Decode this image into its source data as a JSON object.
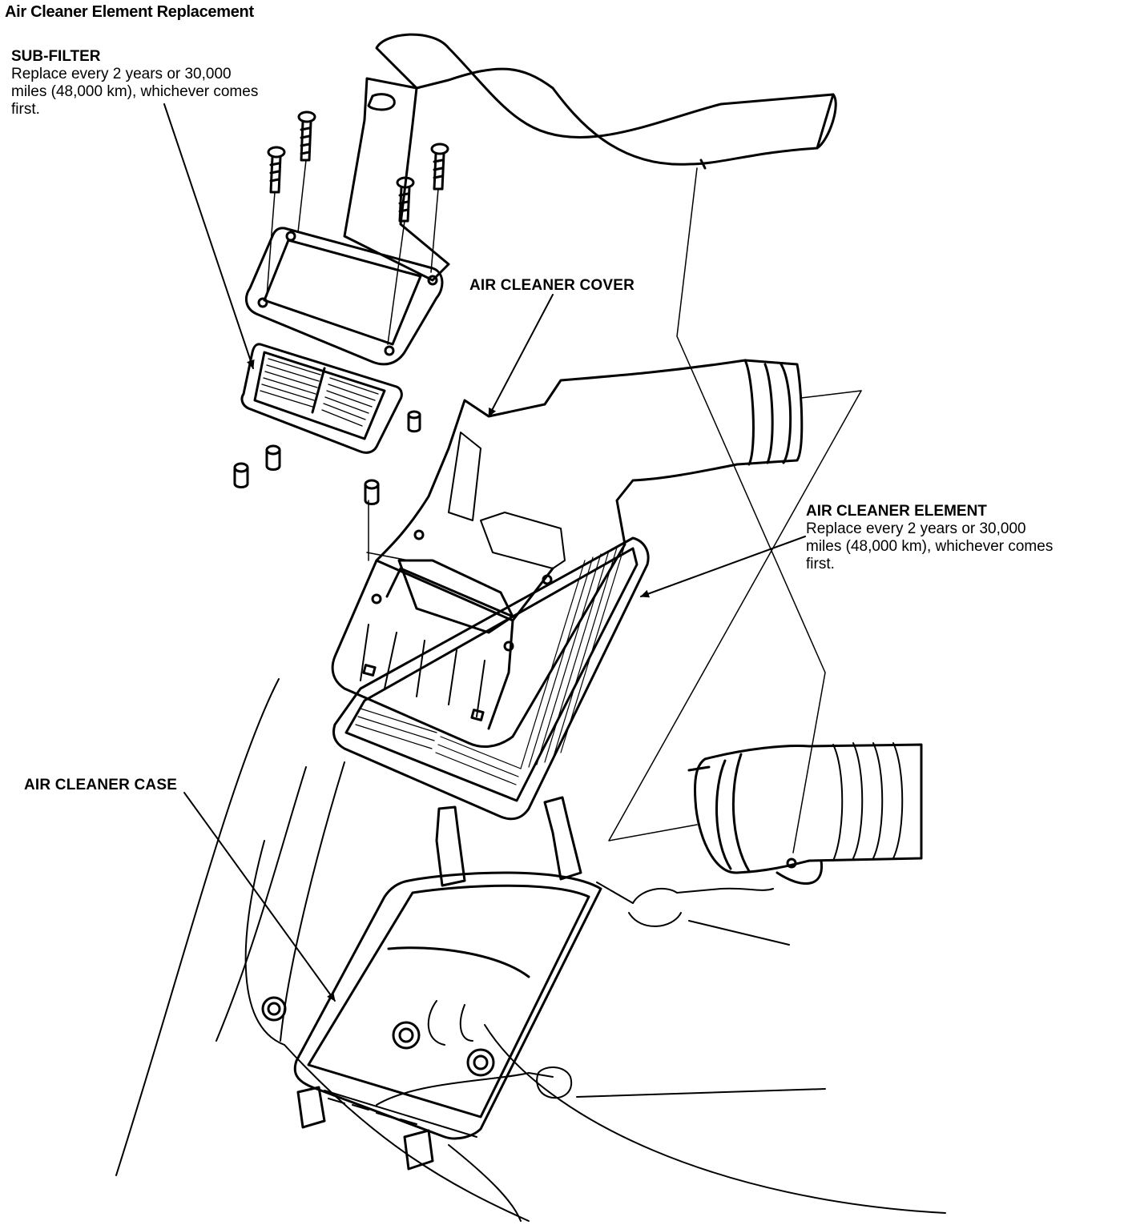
{
  "title": "Air Cleaner Element Replacement",
  "labels": {
    "sub_filter": {
      "head": "SUB-FILTER",
      "line1": "Replace every 2 years or 30,000",
      "line2": "miles (48,000 km), whichever comes",
      "line3": "first."
    },
    "cover": "AIR CLEANER COVER",
    "element": {
      "head": "AIR CLEANER ELEMENT",
      "line1": "Replace every 2 years or 30,000",
      "line2": "miles (48,000 km), whichever comes",
      "line3": "first."
    },
    "case": "AIR CLEANER CASE"
  }
}
